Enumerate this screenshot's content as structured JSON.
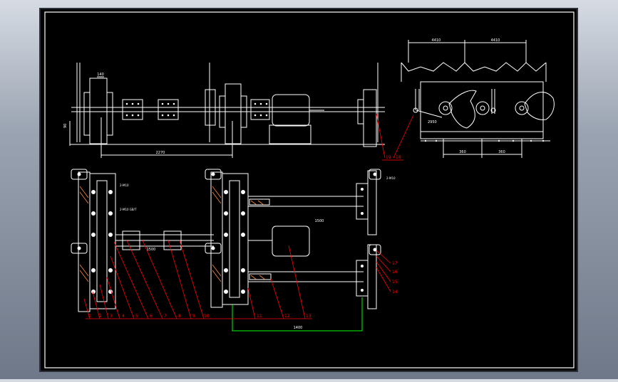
{
  "viewport": {
    "background": "#000000",
    "line_color": "#ffffff",
    "callout_color": "#ff0000",
    "dim_color": "#ffffff",
    "link_color": "#00ff00"
  },
  "elevation_view": {
    "dim_height": "90",
    "dim_top": "140",
    "dim_length": "2270",
    "balloons": [
      "19",
      "18"
    ]
  },
  "side_view": {
    "dim_top_left": "4410",
    "dim_top_right": "4410",
    "dim_radius": "2950",
    "dim_bottom_left": "360",
    "dim_bottom_right": "360"
  },
  "plan_view": {
    "dim_shaft": "1500",
    "dim_shaft_right": "1500",
    "dim_link": "1400",
    "note_left_1": "2-M10",
    "note_left_2": "2-M10 GB/T",
    "note_right": "2-M10",
    "balloons_bottom": [
      "1",
      "2",
      "3",
      "4",
      "5",
      "6",
      "7",
      "8",
      "9",
      "10",
      "11",
      "12",
      "13"
    ],
    "balloons_right": [
      "17",
      "16",
      "15",
      "14"
    ]
  }
}
